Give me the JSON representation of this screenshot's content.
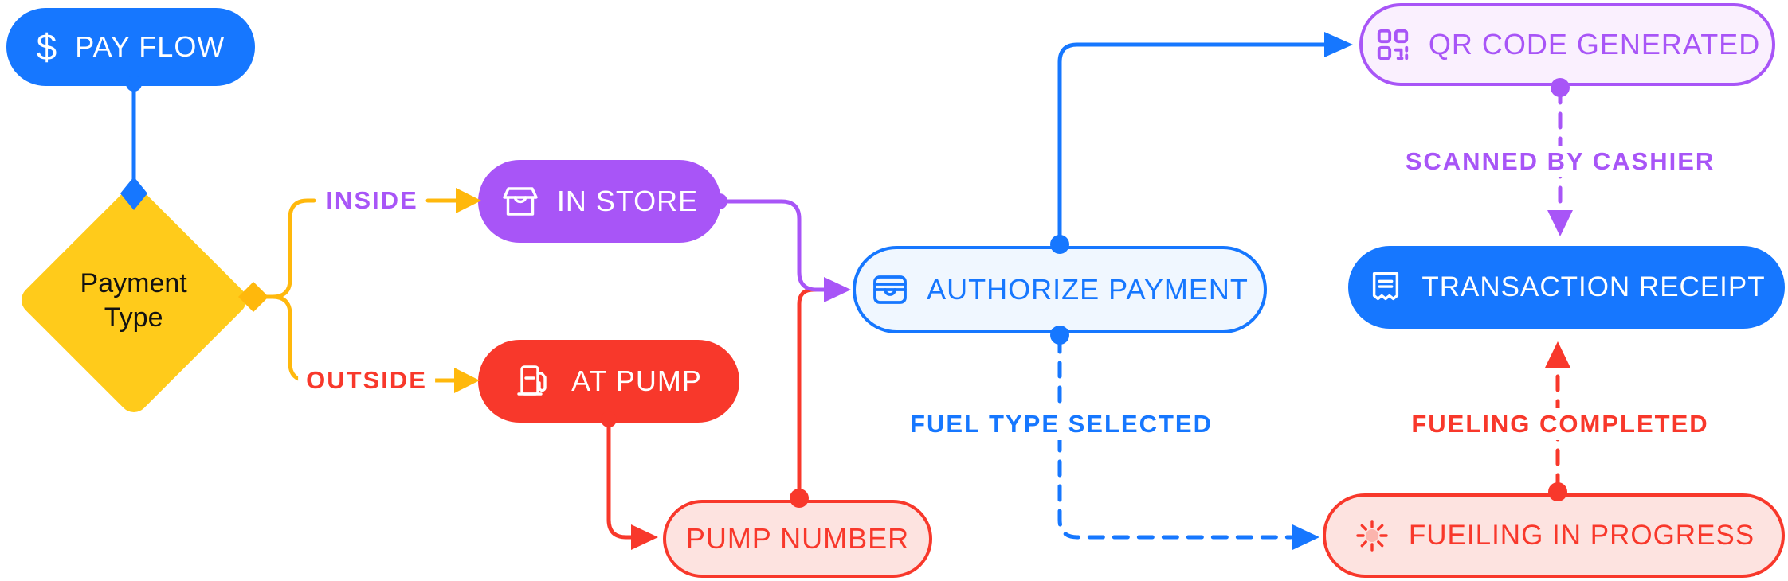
{
  "colors": {
    "blue": "#1677FF",
    "blue_light_fill": "#F0F7FF",
    "purple": "#A855F7",
    "purple_light_fill": "#FAF0FE",
    "red": "#F8382B",
    "red_light_fill": "#FDE3E0",
    "yellow_fill": "#FFCB1B",
    "yellow_line": "#FFB80C",
    "background": "#FFFFFF"
  },
  "nodes": {
    "pay_flow": {
      "label": "PAY FLOW",
      "icon": "dollar-icon",
      "style": "solid-blue"
    },
    "payment_type": {
      "label": "Payment Type",
      "shape": "diamond",
      "style": "solid-yellow"
    },
    "in_store": {
      "label": "IN STORE",
      "icon": "storefront-icon",
      "style": "solid-purple"
    },
    "at_pump": {
      "label": "AT PUMP",
      "icon": "fuel-pump-icon",
      "style": "solid-red"
    },
    "authorize_payment": {
      "label": "AUTHORIZE PAYMENT",
      "icon": "wallet-icon",
      "style": "outline-blue"
    },
    "qr_code_generated": {
      "label": "QR CODE GENERATED",
      "icon": "qr-code-icon",
      "style": "outline-purple"
    },
    "transaction_receipt": {
      "label": "TRANSACTION RECEIPT",
      "icon": "receipt-icon",
      "style": "solid-blue"
    },
    "pump_number": {
      "label": "PUMP NUMBER",
      "style": "outline-red"
    },
    "fueling_in_progress": {
      "label": "FUEILING IN PROGRESS",
      "icon": "spinner-icon",
      "style": "outline-red"
    }
  },
  "edge_labels": {
    "inside": "INSIDE",
    "outside": "OUTSIDE",
    "scanned_by_cashier": "SCANNED BY CASHIER",
    "fuel_type_selected": "FUEL TYPE SELECTED",
    "fueling_completed": "FUELING COMPLETED"
  },
  "edges": [
    {
      "from": "pay_flow",
      "to": "payment_type",
      "color": "#1677FF",
      "line": "solid",
      "arrow": "diamond-down"
    },
    {
      "from": "payment_type",
      "to": "in_store",
      "label": "INSIDE",
      "color": "#FFB80C",
      "line": "solid",
      "arrow": "triangle-right"
    },
    {
      "from": "payment_type",
      "to": "at_pump",
      "label": "OUTSIDE",
      "color": "#FFB80C",
      "line": "solid",
      "arrow": "triangle-right"
    },
    {
      "from": "in_store",
      "to": "authorize_payment",
      "color": "#A855F7",
      "line": "solid",
      "arrow": "triangle-right"
    },
    {
      "from": "at_pump",
      "to": "pump_number",
      "color": "#F8382B",
      "line": "solid",
      "arrow": "triangle-right"
    },
    {
      "from": "pump_number",
      "to": "authorize_payment",
      "color": "#F8382B",
      "line": "solid",
      "arrow": "merges-into-purple-arrow"
    },
    {
      "from": "authorize_payment",
      "to": "qr_code_generated",
      "color": "#1677FF",
      "line": "solid",
      "arrow": "triangle-right"
    },
    {
      "from": "qr_code_generated",
      "to": "transaction_receipt",
      "label": "SCANNED BY CASHIER",
      "color": "#A855F7",
      "line": "dashed",
      "arrow": "triangle-down"
    },
    {
      "from": "authorize_payment",
      "to": "fueling_in_progress",
      "label": "FUEL TYPE SELECTED",
      "color": "#1677FF",
      "line": "dashed",
      "arrow": "triangle-right"
    },
    {
      "from": "fueling_in_progress",
      "to": "transaction_receipt",
      "label": "FUELING COMPLETED",
      "color": "#F8382B",
      "line": "dashed",
      "arrow": "triangle-up"
    }
  ]
}
